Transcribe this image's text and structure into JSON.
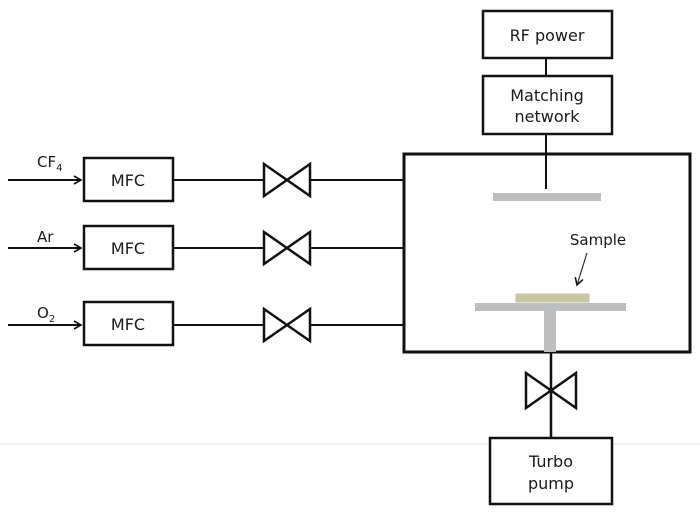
{
  "gases": [
    {
      "label": "CF",
      "sub": "4",
      "mfc": "MFC"
    },
    {
      "label": "Ar",
      "sub": "",
      "mfc": "MFC"
    },
    {
      "label": "O",
      "sub": "2",
      "mfc": "MFC"
    }
  ],
  "rf_power": "RF power",
  "matching": [
    "Matching",
    "network"
  ],
  "sample": "Sample",
  "turbo": [
    "Turbo",
    "pump"
  ],
  "colors": {
    "line": "#111111",
    "electrode": "#bcbec0",
    "sample": "#c9c6a4",
    "divider": "#e0e0e0"
  }
}
